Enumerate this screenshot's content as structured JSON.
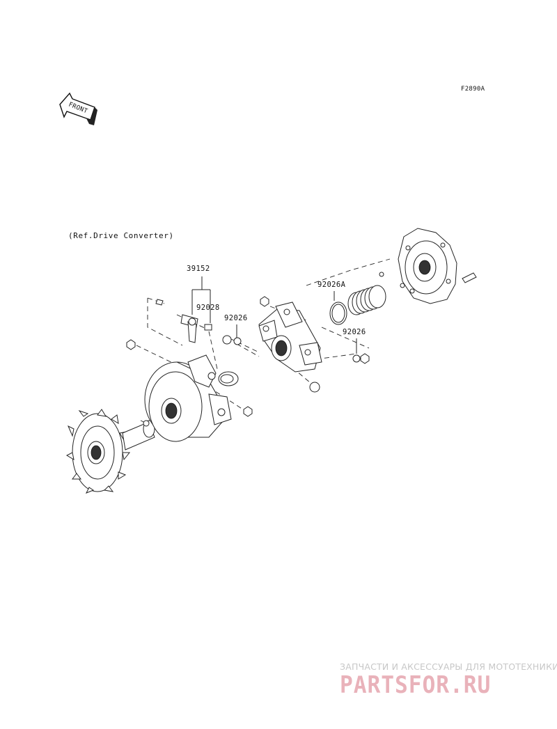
{
  "diagram": {
    "figure_code": "F2890A",
    "front_label": "FRONT",
    "ref_note": "(Ref.Drive Converter)",
    "callouts": {
      "p39152": "39152",
      "p92028": "92028",
      "p92026_a": "92026",
      "p92026A": "92026A",
      "p92026_b": "92026"
    }
  },
  "watermark": {
    "tagline": "ЗАПЧАСТИ И АКСЕССУАРЫ ДЛЯ МОТОТЕХНИКИ",
    "logo": "PARTSFOR.RU"
  }
}
